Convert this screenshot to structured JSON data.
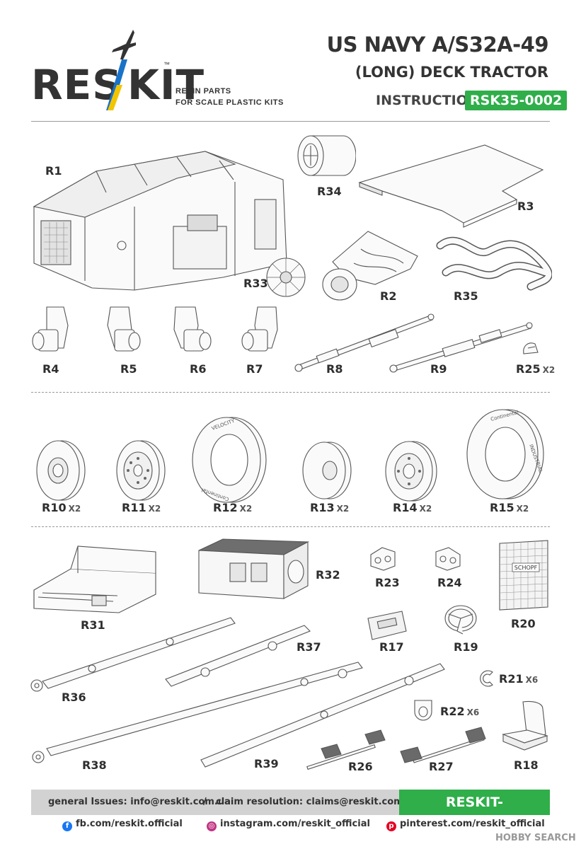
{
  "header": {
    "logo_left": "RES",
    "logo_right": "KIT",
    "logo_tm": "™",
    "tagline_1": "RESIN PARTS",
    "tagline_2": "FOR SCALE PLASTIC KITS",
    "title_line1": "US NAVY A/S32A-49",
    "title_line2": "(LONG) DECK TRACTOR",
    "instruction_label": "INSTRUCTION",
    "code": "RSK35-0002"
  },
  "parts": {
    "r1": {
      "label": "R1"
    },
    "r34": {
      "label": "R34"
    },
    "r3": {
      "label": "R3"
    },
    "r33": {
      "label": "R33"
    },
    "r2": {
      "label": "R2"
    },
    "r35": {
      "label": "R35"
    },
    "r4": {
      "label": "R4"
    },
    "r5": {
      "label": "R5"
    },
    "r6": {
      "label": "R6"
    },
    "r7": {
      "label": "R7"
    },
    "r8": {
      "label": "R8"
    },
    "r9": {
      "label": "R9"
    },
    "r25": {
      "label": "R25",
      "qty": "X2"
    },
    "r10": {
      "label": "R10",
      "qty": "X2"
    },
    "r11": {
      "label": "R11",
      "qty": "X2"
    },
    "r12": {
      "label": "R12",
      "qty": "X2"
    },
    "r13": {
      "label": "R13",
      "qty": "X2"
    },
    "r14": {
      "label": "R14",
      "qty": "X2"
    },
    "r15": {
      "label": "R15",
      "qty": "X2"
    },
    "r32": {
      "label": "R32"
    },
    "r23": {
      "label": "R23"
    },
    "r24": {
      "label": "R24"
    },
    "r31": {
      "label": "R31"
    },
    "r20": {
      "label": "R20",
      "panel_text": "SCHOPF"
    },
    "r37": {
      "label": "R37"
    },
    "r17": {
      "label": "R17"
    },
    "r19": {
      "label": "R19"
    },
    "r36": {
      "label": "R36"
    },
    "r21": {
      "label": "R21",
      "qty": "X6"
    },
    "r22": {
      "label": "R22",
      "qty": "X6"
    },
    "r38": {
      "label": "R38"
    },
    "r39": {
      "label": "R39"
    },
    "r26": {
      "label": "R26"
    },
    "r27": {
      "label": "R27"
    },
    "r18": {
      "label": "R18"
    }
  },
  "tire_text": {
    "r12_a": "VELOCITY",
    "r12_b": "Continental",
    "r15_a": "Continental",
    "r15_b": "INDUSTRIAL"
  },
  "footer": {
    "general_issues": "general Issues: info@reskit.com.ua",
    "separator": "/",
    "claim_resolution": "claim resolution: claims@reskit.com.ua",
    "website": "RESKIT-MODELS.COM",
    "facebook": "fb.com/reskit.official",
    "instagram": "instagram.com/reskit_official",
    "pinterest": "pinterest.com/reskit_official",
    "watermark": "HOBBY SEARCH",
    "fb_glyph": "f",
    "ig_glyph": "◎",
    "pin_glyph": "p"
  },
  "colors": {
    "accent_green": "#2fae4a",
    "text_dark": "#333333",
    "footer_gray": "#d2d2d2",
    "logo_blue": "#1a73c9",
    "logo_yellow": "#f2c500"
  }
}
